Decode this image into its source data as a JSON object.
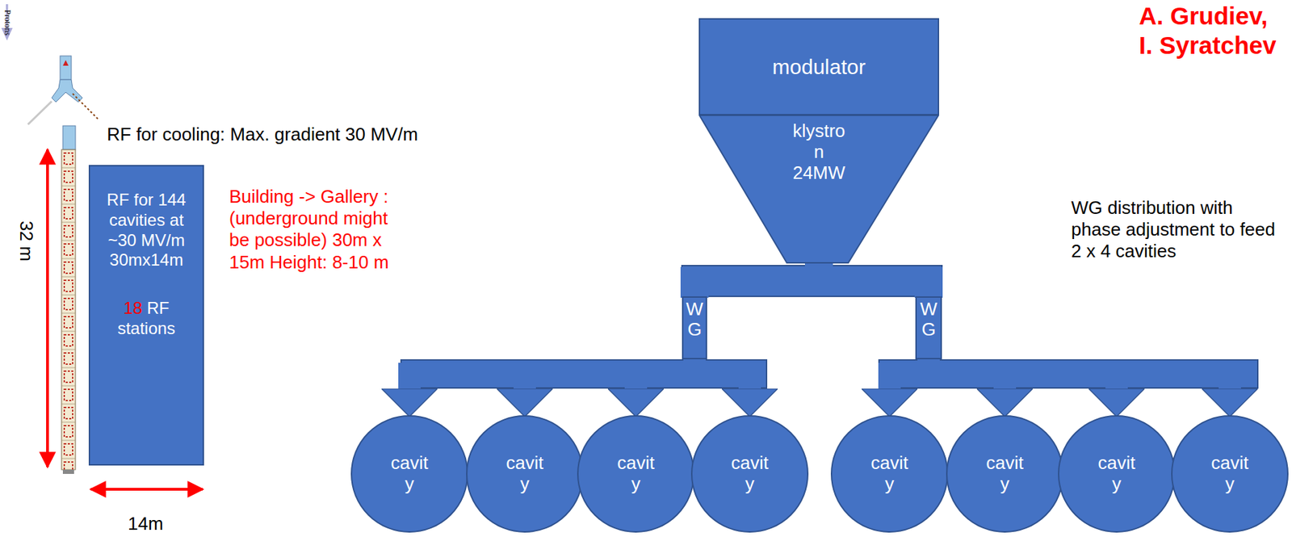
{
  "diagram": {
    "nodes": [
      {
        "text": [
          "RF for 144 cavities at ~30 MV/m 30mx14m",
          "18",
          "RF stations"
        ]
      },
      {
        "text": [
          "modulator"
        ]
      },
      {
        "text": [
          "klystron",
          "24MW"
        ]
      },
      {
        "text": [
          "WG"
        ]
      },
      {
        "text": [
          "WG"
        ]
      },
      {
        "text": [
          "cavity"
        ]
      },
      {
        "text": [
          "cavity"
        ]
      },
      {
        "text": [
          "cavity"
        ]
      },
      {
        "text": [
          "cavity"
        ]
      },
      {
        "text": [
          "cavity"
        ]
      },
      {
        "text": [
          "cavity"
        ]
      },
      {
        "text": [
          "cavity"
        ]
      },
      {
        "text": [
          "cavity"
        ]
      }
    ],
    "edges": [
      {
        "from": 2,
        "to": 3,
        "arrow": "none"
      },
      {
        "from": 2,
        "to": 4,
        "arrow": "none"
      },
      {
        "from": 3,
        "to": 5,
        "arrow": "to"
      },
      {
        "from": 3,
        "to": 6,
        "arrow": "to"
      },
      {
        "from": 3,
        "to": 7,
        "arrow": "to"
      },
      {
        "from": 3,
        "to": 8,
        "arrow": "to"
      },
      {
        "from": 4,
        "to": 9,
        "arrow": "to"
      },
      {
        "from": 4,
        "to": 10,
        "arrow": "to"
      },
      {
        "from": 4,
        "to": 11,
        "arrow": "to"
      },
      {
        "from": 4,
        "to": 12,
        "arrow": "to"
      }
    ],
    "labels": [
      "Protons",
      "32 m",
      "14m",
      "RF for cooling: Max. gradient 30 MV/m",
      "Building -> Gallery : (underground might be possible) 30m x 15m Height: 8-10 m",
      "WG distribution with phase adjustment to feed 2 x 4 cavities",
      "A. Grudiev, I. Syratchev"
    ]
  }
}
